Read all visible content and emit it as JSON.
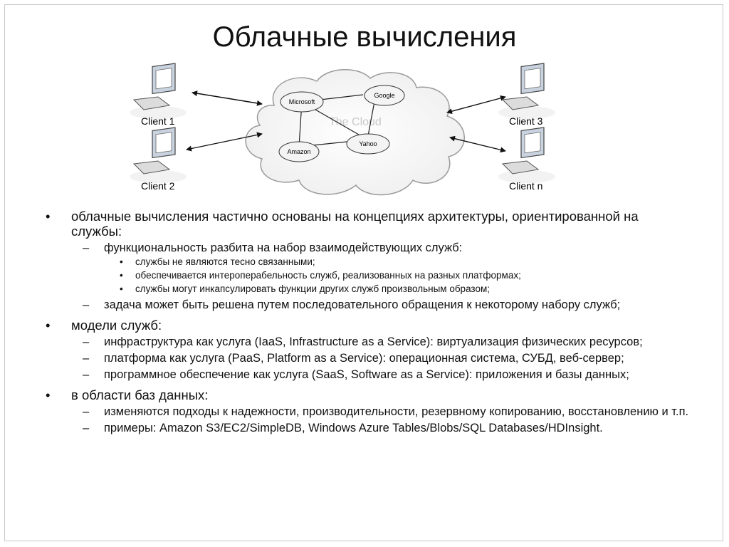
{
  "slide": {
    "title": "Облачные вычисления"
  },
  "diagram": {
    "cloud_label": "The Cloud",
    "providers": [
      "Microsoft",
      "Google",
      "Amazon",
      "Yahoo"
    ],
    "clients": [
      "Client 1",
      "Client 2",
      "Client 3",
      "Client n"
    ]
  },
  "content": {
    "b1": "облачные вычисления частично основаны на концепциях архитектуры, ориентированной на службы:",
    "b1_1": "функциональность разбита на набор взаимодействующих служб:",
    "b1_1_1": "службы не являются тесно связанными;",
    "b1_1_2": "обеспечивается интероперабельность служб, реализованных на разных платформах;",
    "b1_1_3": "службы могут инкапсулировать функции других служб произвольным образом;",
    "b1_2": "задача может быть решена путем последовательного обращения к некоторому набору служб;",
    "b2": "модели служб:",
    "b2_1": "инфраструктура как услуга (IaaS, Infrastructure as a Service): виртуализация физических ресурсов;",
    "b2_2": "платформа как услуга (PaaS, Platform as a Service): операционная система, СУБД, веб-сервер;",
    "b2_3": "программное обеспечение как услуга (SaaS, Software as a Service): приложения и базы данных;",
    "b3": "в области баз данных:",
    "b3_1": "изменяются подходы к надежности, производительности, резервному копированию, восстановлению и т.п.",
    "b3_2": "примеры: Amazon S3/EC2/SimpleDB, Windows Azure Tables/Blobs/SQL Databases/HDInsight."
  },
  "markers": {
    "bullet": "•",
    "dash": "–",
    "dot": "•"
  }
}
